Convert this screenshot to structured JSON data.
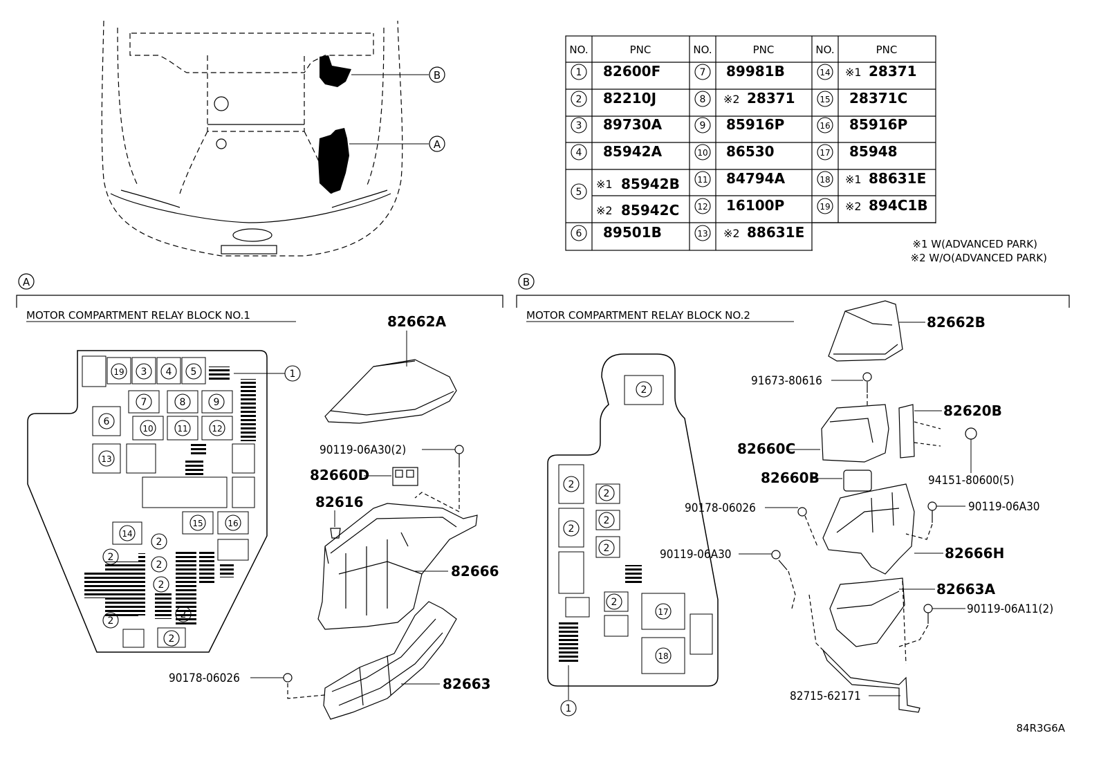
{
  "overview": {
    "callout_a": "A",
    "callout_b": "B"
  },
  "table": {
    "headers": [
      "NO.",
      "PNC",
      "NO.",
      "PNC",
      "NO.",
      "PNC"
    ],
    "col1": [
      {
        "no": "1",
        "pnc": "82600F"
      },
      {
        "no": "2",
        "pnc": "82210J"
      },
      {
        "no": "3",
        "pnc": "89730A"
      },
      {
        "no": "4",
        "pnc": "85942A"
      },
      {
        "no": "5",
        "pnc_a_mark": "※1",
        "pnc_a": "85942B",
        "pnc_b_mark": "※2",
        "pnc_b": "85942C"
      },
      {
        "no": "6",
        "pnc": "89501B"
      }
    ],
    "col2": [
      {
        "no": "7",
        "mark": "",
        "pnc": "89981B"
      },
      {
        "no": "8",
        "mark": "※2",
        "pnc": "28371"
      },
      {
        "no": "9",
        "mark": "",
        "pnc": "85916P"
      },
      {
        "no": "10",
        "mark": "",
        "pnc": "86530"
      },
      {
        "no": "11",
        "mark": "",
        "pnc": "84794A"
      },
      {
        "no": "12",
        "mark": "",
        "pnc": "16100P"
      },
      {
        "no": "13",
        "mark": "※2",
        "pnc": "88631E"
      }
    ],
    "col3": [
      {
        "no": "14",
        "mark": "※1",
        "pnc": "28371"
      },
      {
        "no": "15",
        "mark": "",
        "pnc": "28371C"
      },
      {
        "no": "16",
        "mark": "",
        "pnc": "85916P"
      },
      {
        "no": "17",
        "mark": "",
        "pnc": "85948"
      },
      {
        "no": "18",
        "mark": "※1",
        "pnc": "88631E"
      },
      {
        "no": "19",
        "mark": "※2",
        "pnc": "894C1B"
      }
    ],
    "notes": [
      "※1 W(ADVANCED PARK)",
      "※2 W/O(ADVANCED PARK)"
    ]
  },
  "section_a": {
    "marker": "A",
    "title": "MOTOR COMPARTMENT RELAY BLOCK NO.1",
    "parts": {
      "cover": "82662A",
      "bolt": "90119-06A30(2)",
      "connector": "82660D",
      "clip": "82616",
      "block": "82666",
      "bracket": "82663",
      "nut": "90178-06026"
    }
  },
  "section_b": {
    "marker": "B",
    "title": "MOTOR COMPARTMENT RELAY BLOCK NO.2",
    "parts": {
      "cover": "82662B",
      "screw": "91673-80616",
      "fuse": "82620B",
      "holder": "82660C",
      "clip": "94151-80600(5)",
      "connector": "82660B",
      "nut": "90178-06026",
      "bolt1": "90119-06A30",
      "bolt2": "90119-06A30",
      "block": "82666H",
      "cover2": "82663A",
      "bolt3": "90119-06A11(2)",
      "bracket": "82715-62171"
    }
  },
  "illustration_code": "84R3G6A"
}
